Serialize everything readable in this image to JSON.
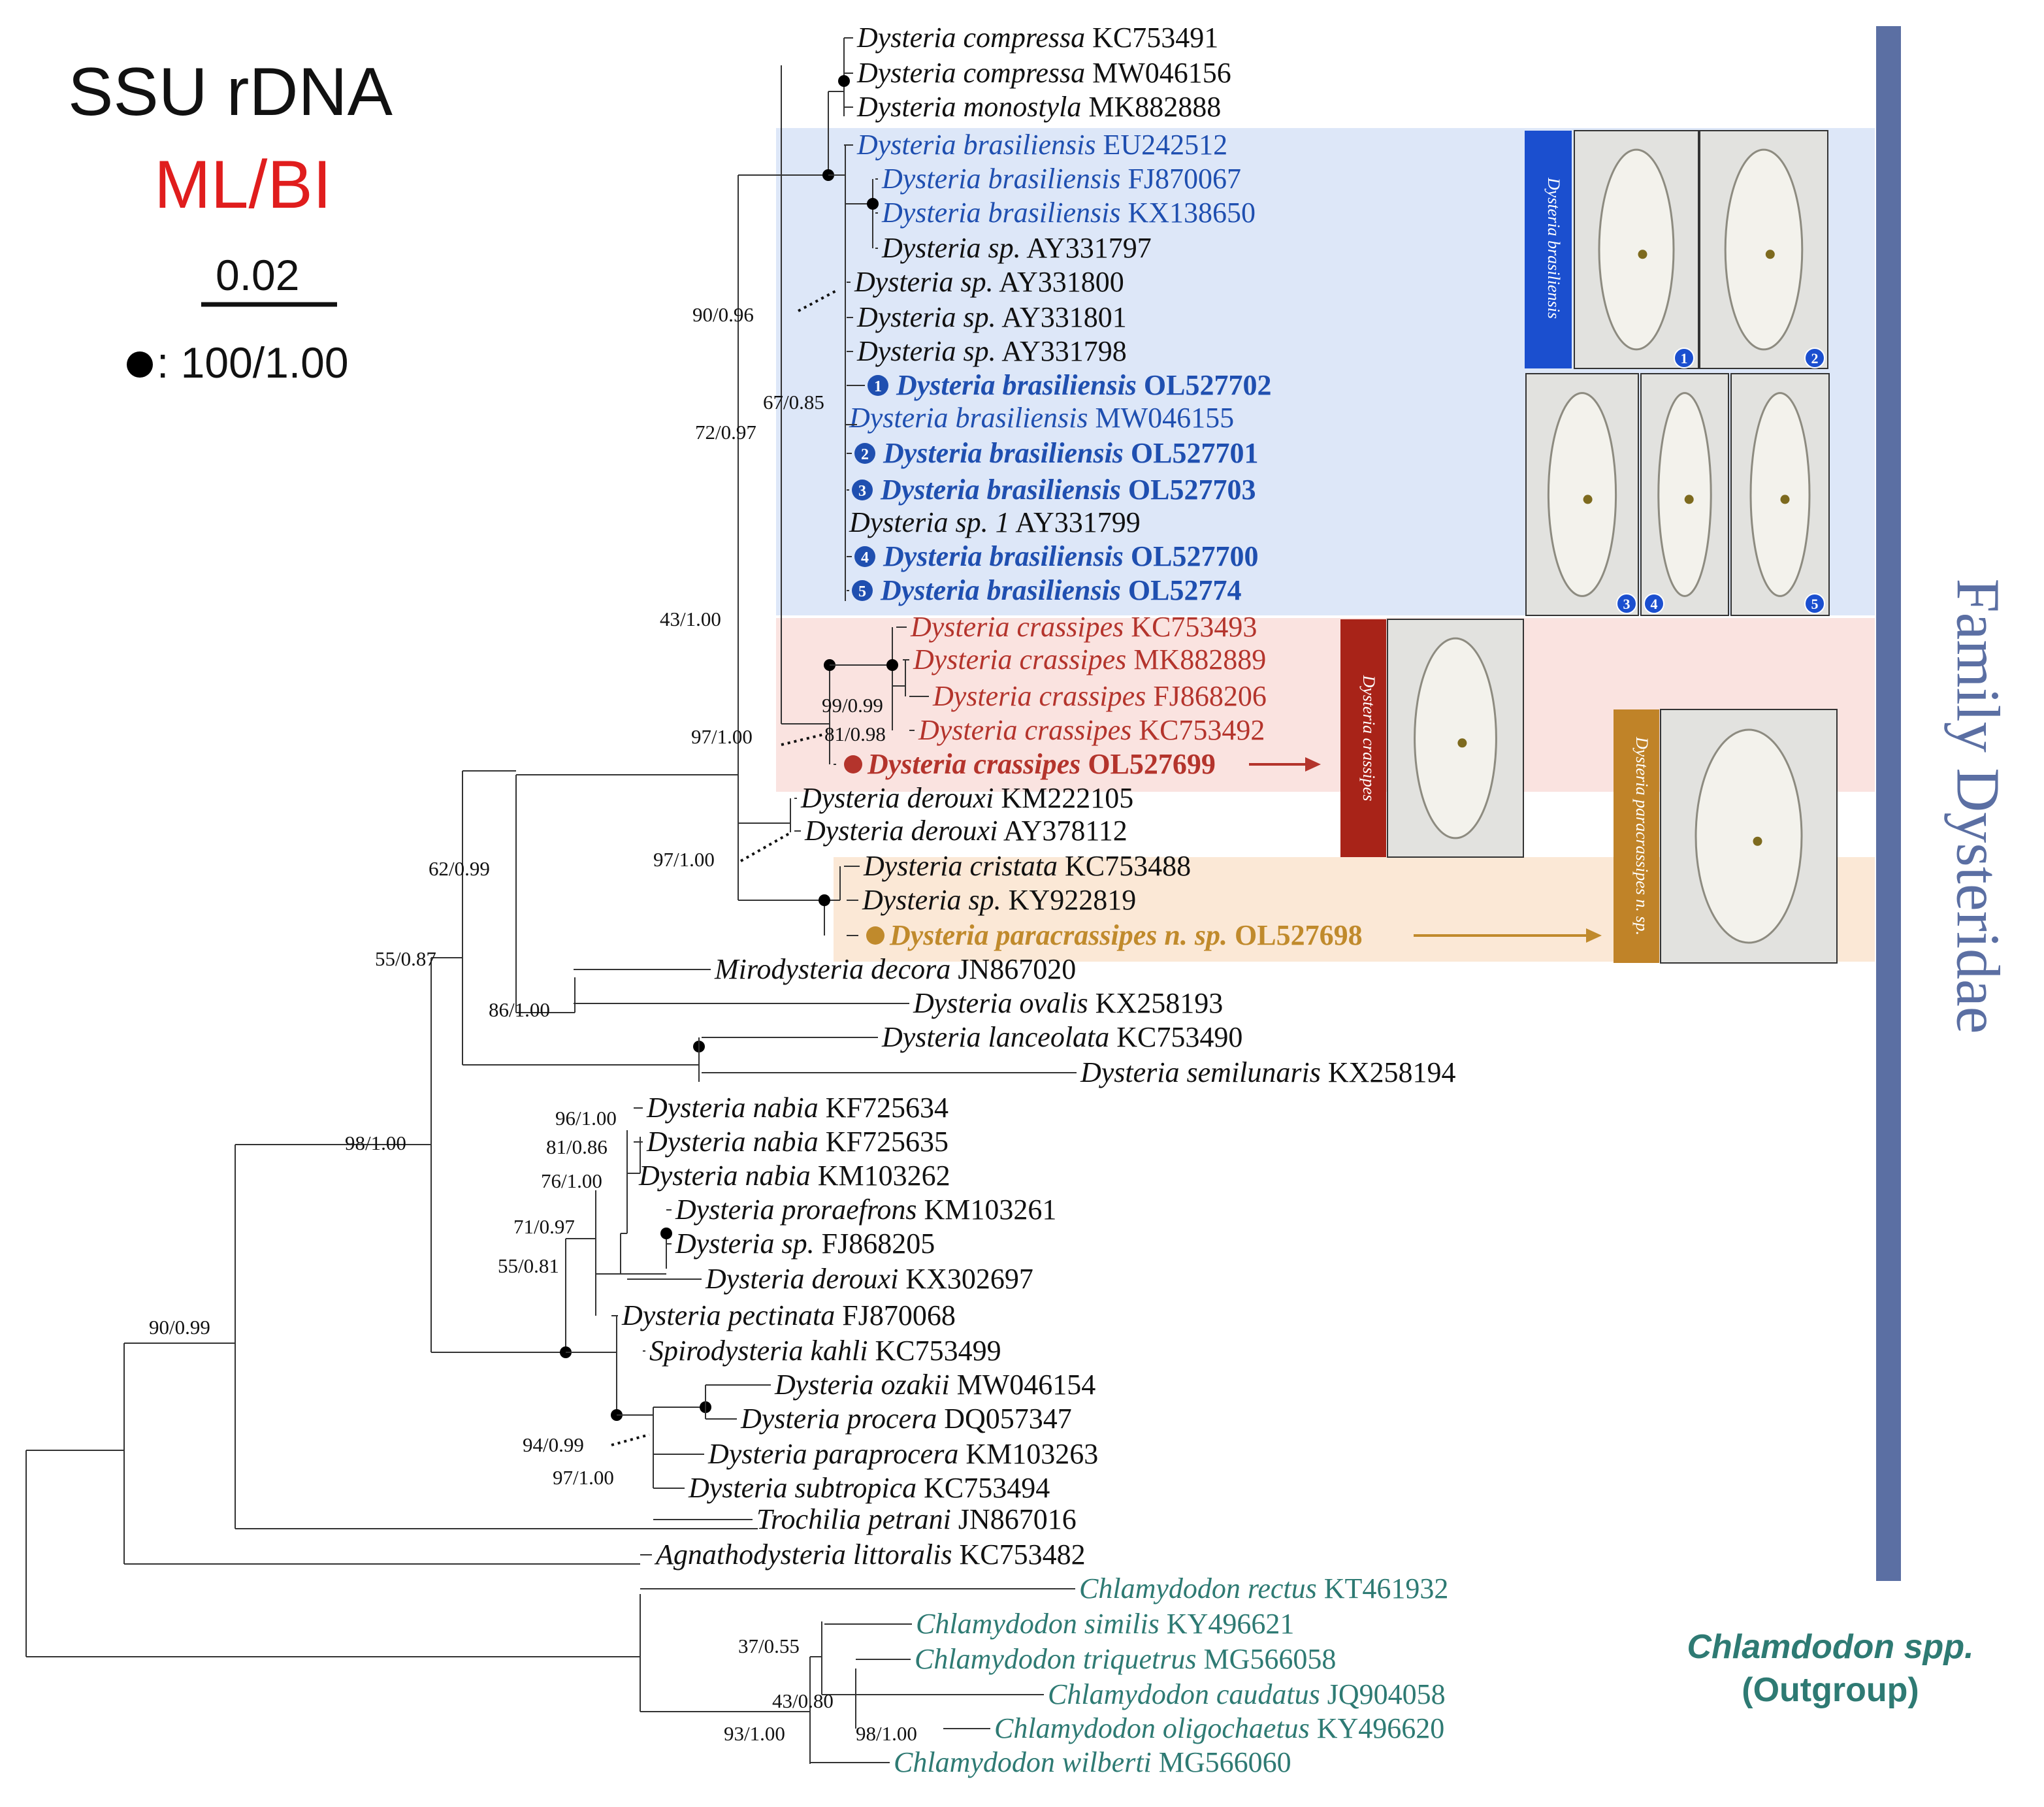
{
  "legend": {
    "title": "SSU rDNA",
    "method": "ML/BI",
    "scale": "0.02",
    "key_value": ": 100/1.00"
  },
  "colors": {
    "brasiliensis": "#1f4fb0",
    "crassipes": "#b4342c",
    "paracrassipes": "#c08a2c",
    "outgroup": "#2e7a73",
    "family_bar": "#5b6fa3",
    "red_text": "#e01d1d"
  },
  "family_label": "Family Dysteridae",
  "outgroup_label": [
    "Chlamdodon spp.",
    "(Outgroup)"
  ],
  "micrograph_labels": {
    "brasiliensis": "Dysteria brasiliensis",
    "crassipes": "Dysteria crassipes",
    "paracrassipes": "Dysteria paracrassipes n. sp."
  },
  "badges": [
    "1",
    "2",
    "3",
    "4",
    "5"
  ],
  "taxa": [
    {
      "name": "Dysteria compressa",
      "acc": "KC753491",
      "color": "black",
      "bold": false
    },
    {
      "name": "Dysteria compressa",
      "acc": "MW046156",
      "color": "black",
      "bold": false
    },
    {
      "name": "Dysteria monostyla",
      "acc": "MK882888",
      "color": "black",
      "bold": false
    },
    {
      "name": "Dysteria brasiliensis",
      "acc": "EU242512",
      "color": "brasiliensis",
      "bold": false
    },
    {
      "name": "Dysteria brasiliensis",
      "acc": "FJ870067",
      "color": "brasiliensis",
      "bold": false
    },
    {
      "name": "Dysteria brasiliensis",
      "acc": "KX138650",
      "color": "brasiliensis",
      "bold": false
    },
    {
      "name": "Dysteria sp.",
      "acc": "AY331797",
      "color": "black",
      "bold": false
    },
    {
      "name": "Dysteria sp.",
      "acc": "AY331800",
      "color": "black",
      "bold": false
    },
    {
      "name": "Dysteria sp.",
      "acc": "AY331801",
      "color": "black",
      "bold": false
    },
    {
      "name": "Dysteria sp.",
      "acc": "AY331798",
      "color": "black",
      "bold": false
    },
    {
      "name": "Dysteria brasiliensis",
      "acc": "OL527702",
      "color": "brasiliensis",
      "bold": true,
      "badge": "1"
    },
    {
      "name": "Dysteria brasiliensis",
      "acc": "MW046155",
      "color": "brasiliensis",
      "bold": false
    },
    {
      "name": "Dysteria brasiliensis",
      "acc": "OL527701",
      "color": "brasiliensis",
      "bold": true,
      "badge": "2"
    },
    {
      "name": "Dysteria brasiliensis",
      "acc": "OL527703",
      "color": "brasiliensis",
      "bold": true,
      "badge": "3"
    },
    {
      "name": "Dysteria sp. 1",
      "acc": "AY331799",
      "color": "black",
      "bold": false
    },
    {
      "name": "Dysteria brasiliensis",
      "acc": "OL527700",
      "color": "brasiliensis",
      "bold": true,
      "badge": "4"
    },
    {
      "name": "Dysteria brasiliensis",
      "acc": "OL52774",
      "color": "brasiliensis",
      "bold": true,
      "badge": "5"
    },
    {
      "name": "Dysteria crassipes",
      "acc": "KC753493",
      "color": "crassipes",
      "bold": false
    },
    {
      "name": "Dysteria crassipes",
      "acc": "MK882889",
      "color": "crassipes",
      "bold": false
    },
    {
      "name": "Dysteria crassipes",
      "acc": "FJ868206",
      "color": "crassipes",
      "bold": false
    },
    {
      "name": "Dysteria crassipes",
      "acc": "KC753492",
      "color": "crassipes",
      "bold": false
    },
    {
      "name": "Dysteria crassipes",
      "acc": "OL527699",
      "color": "crassipes",
      "bold": true,
      "dot": true
    },
    {
      "name": "Dysteria derouxi",
      "acc": "KM222105",
      "color": "black",
      "bold": false
    },
    {
      "name": "Dysteria derouxi",
      "acc": "AY378112",
      "color": "black",
      "bold": false
    },
    {
      "name": "Dysteria cristata",
      "acc": "KC753488",
      "color": "black",
      "bold": false
    },
    {
      "name": "Dysteria sp.",
      "acc": "KY922819",
      "color": "black",
      "bold": false
    },
    {
      "name": "Dysteria paracrassipes n. sp.",
      "acc": "OL527698",
      "color": "paracrassipes",
      "bold": true,
      "dot": true
    },
    {
      "name": "Mirodysteria decora",
      "acc": "JN867020",
      "color": "black",
      "bold": false
    },
    {
      "name": "Dysteria ovalis",
      "acc": "KX258193",
      "color": "black",
      "bold": false
    },
    {
      "name": "Dysteria lanceolata",
      "acc": "KC753490",
      "color": "black",
      "bold": false
    },
    {
      "name": "Dysteria semilunaris",
      "acc": "KX258194",
      "color": "black",
      "bold": false
    },
    {
      "name": "Dysteria nabia",
      "acc": "KF725634",
      "color": "black",
      "bold": false
    },
    {
      "name": "Dysteria nabia",
      "acc": "KF725635",
      "color": "black",
      "bold": false
    },
    {
      "name": "Dysteria nabia",
      "acc": "KM103262",
      "color": "black",
      "bold": false
    },
    {
      "name": "Dysteria proraefrons",
      "acc": "KM103261",
      "color": "black",
      "bold": false
    },
    {
      "name": "Dysteria sp.",
      "acc": "FJ868205",
      "color": "black",
      "bold": false
    },
    {
      "name": "Dysteria derouxi",
      "acc": "KX302697",
      "color": "black",
      "bold": false
    },
    {
      "name": "Dysteria pectinata",
      "acc": "FJ870068",
      "color": "black",
      "bold": false
    },
    {
      "name": "Spirodysteria kahli",
      "acc": "KC753499",
      "color": "black",
      "bold": false
    },
    {
      "name": "Dysteria ozakii",
      "acc": "MW046154",
      "color": "black",
      "bold": false
    },
    {
      "name": "Dysteria procera",
      "acc": "DQ057347",
      "color": "black",
      "bold": false
    },
    {
      "name": "Dysteria paraprocera",
      "acc": "KM103263",
      "color": "black",
      "bold": false
    },
    {
      "name": "Dysteria subtropica",
      "acc": "KC753494",
      "color": "black",
      "bold": false
    },
    {
      "name": "Trochilia petrani",
      "acc": "JN867016",
      "color": "black",
      "bold": false
    },
    {
      "name": "Agnathodysteria littoralis",
      "acc": "KC753482",
      "color": "black",
      "bold": false
    },
    {
      "name": "Chlamydodon rectus",
      "acc": "KT461932",
      "color": "outgroup",
      "bold": false
    },
    {
      "name": "Chlamydodon similis",
      "acc": "KY496621",
      "color": "outgroup",
      "bold": false
    },
    {
      "name": "Chlamydodon triquetrus",
      "acc": "MG566058",
      "color": "outgroup",
      "bold": false
    },
    {
      "name": "Chlamydodon caudatus",
      "acc": "JQ904058",
      "color": "outgroup",
      "bold": false
    },
    {
      "name": "Chlamydodon oligochaetus",
      "acc": "KY496620",
      "color": "outgroup",
      "bold": false
    },
    {
      "name": "Chlamydodon wilberti",
      "acc": "MG566060",
      "color": "outgroup",
      "bold": false
    }
  ],
  "support_values": [
    "90/0.96",
    "67/0.85",
    "72/0.97",
    "43/1.00",
    "99/0.99",
    "81/0.98",
    "97/1.00",
    "97/1.00",
    "62/0.99",
    "55/0.87",
    "86/1.00",
    "98/1.00",
    "96/1.00",
    "81/0.86",
    "76/1.00",
    "71/0.97",
    "55/0.81",
    "94/0.99",
    "97/1.00",
    "90/0.99",
    "37/0.55",
    "43/0.80",
    "98/1.00",
    "93/1.00"
  ]
}
